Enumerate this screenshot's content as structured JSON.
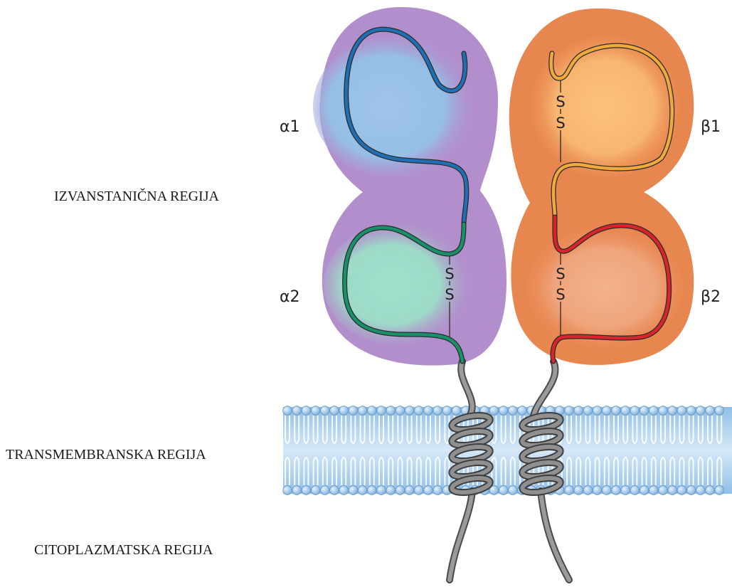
{
  "regions": {
    "extracellular": "IZVANSTANIČNA REGIJA",
    "transmembrane": "TRANSMEMBRANSKA REGIJA",
    "cytoplasmic": "CITOPLAZMATSKA REGIJA"
  },
  "domains": {
    "alpha1": "α1",
    "alpha2": "α2",
    "beta1": "β1",
    "beta2": "β2"
  },
  "disulfide": {
    "s": "S"
  },
  "colors": {
    "alpha_chain_bg": "#b28fcc",
    "beta_chain_bg": "#e8864f",
    "alpha1_strand": "#1f6fb4",
    "alpha2_strand": "#18916a",
    "beta1_strand": "#f0a93a",
    "beta2_strand": "#d8242a",
    "tail": "#8f8f8f",
    "membrane": "#a9cfee"
  }
}
